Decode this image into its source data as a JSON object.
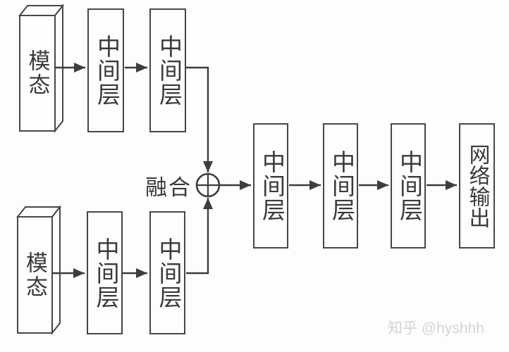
{
  "diagram": {
    "modality_top": {
      "label": "模态"
    },
    "modality_bottom": {
      "label": "模态"
    },
    "top_chain": [
      {
        "label": "中间层"
      },
      {
        "label": "中间层"
      }
    ],
    "bottom_chain": [
      {
        "label": "中间层"
      },
      {
        "label": "中间层"
      }
    ],
    "fusion": {
      "label": "融合",
      "symbol": "circle-plus"
    },
    "main_chain": [
      {
        "label": "中间层"
      },
      {
        "label": "中间层"
      },
      {
        "label": "中间层"
      }
    ],
    "output": {
      "label": "网络输出"
    }
  },
  "watermark": {
    "text": "知乎 @hyshhh"
  },
  "colors": {
    "line": "#3d3d3d",
    "box_border": "#474747",
    "text": "#3a3a3a",
    "background": "#fdfdfd",
    "watermark": "#d4d4d4"
  }
}
